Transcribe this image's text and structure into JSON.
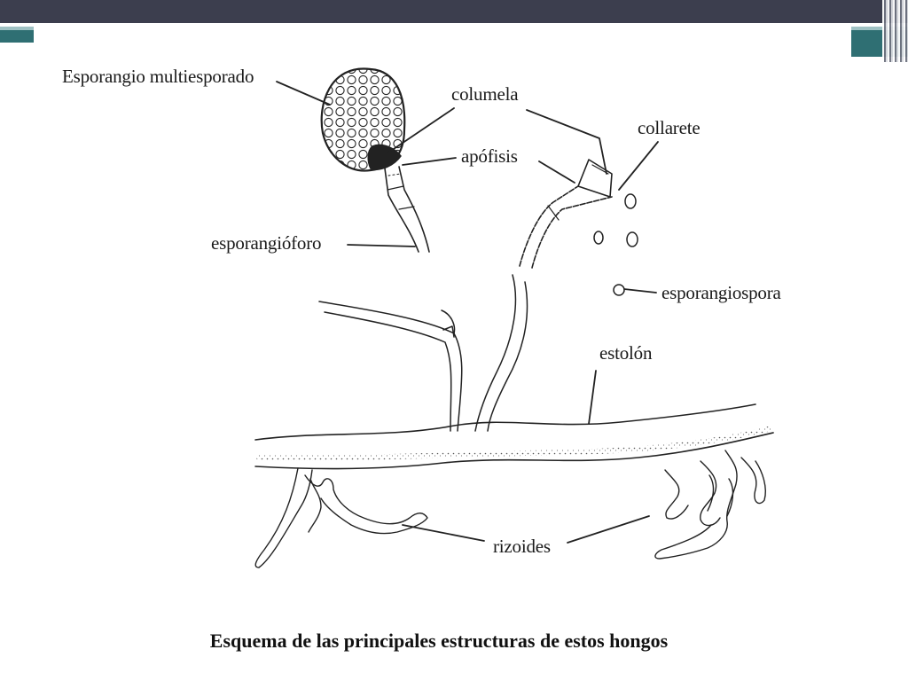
{
  "labels": {
    "esporangio": "Esporangio multiesporado",
    "columela": "columela",
    "collarete": "collarete",
    "apofisis": "apófisis",
    "esporangioforo": "esporangióforo",
    "esporangiospora": "esporangiospora",
    "estolon": "estolón",
    "rizoides": "rizoides"
  },
  "caption": "Esquema de las principales estructuras de estos hongos",
  "theme": {
    "header_color": "#3c3e4e",
    "accent_color": "#2f6f73"
  }
}
